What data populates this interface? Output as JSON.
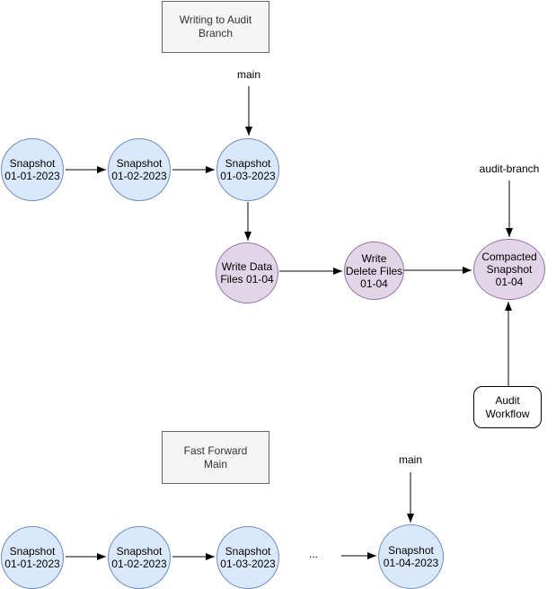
{
  "top_section": {
    "title": "Writing to Audit Branch",
    "main_label": "main",
    "audit_branch_label": "audit-branch",
    "snapshots": [
      {
        "name": "Snapshot",
        "date": "01-01-2023"
      },
      {
        "name": "Snapshot",
        "date": "01-02-2023"
      },
      {
        "name": "Snapshot",
        "date": "01-03-2023"
      }
    ],
    "audit_steps": [
      {
        "lines": [
          "Write Data",
          "Files 01-04"
        ]
      },
      {
        "lines": [
          "Write",
          "Delete Files",
          "01-04"
        ]
      },
      {
        "lines": [
          "Compacted",
          "Snapshot",
          "01-04"
        ]
      }
    ],
    "workflow_box": {
      "lines": [
        "Audit",
        "Workflow"
      ]
    }
  },
  "bottom_section": {
    "title": "Fast Forward Main",
    "main_label": "main",
    "ellipsis": "...",
    "snapshots": [
      {
        "name": "Snapshot",
        "date": "01-01-2023"
      },
      {
        "name": "Snapshot",
        "date": "01-02-2023"
      },
      {
        "name": "Snapshot",
        "date": "01-03-2023"
      },
      {
        "name": "Snapshot",
        "date": "01-04-2023"
      }
    ]
  },
  "colors": {
    "snapshot_fill": "#dae8fc",
    "snapshot_stroke": "#6c8ebf",
    "audit_fill": "#e1d5e7",
    "audit_stroke": "#9673a6",
    "title_fill": "#f5f5f5",
    "title_stroke": "#666666",
    "arrow": "#000000"
  }
}
